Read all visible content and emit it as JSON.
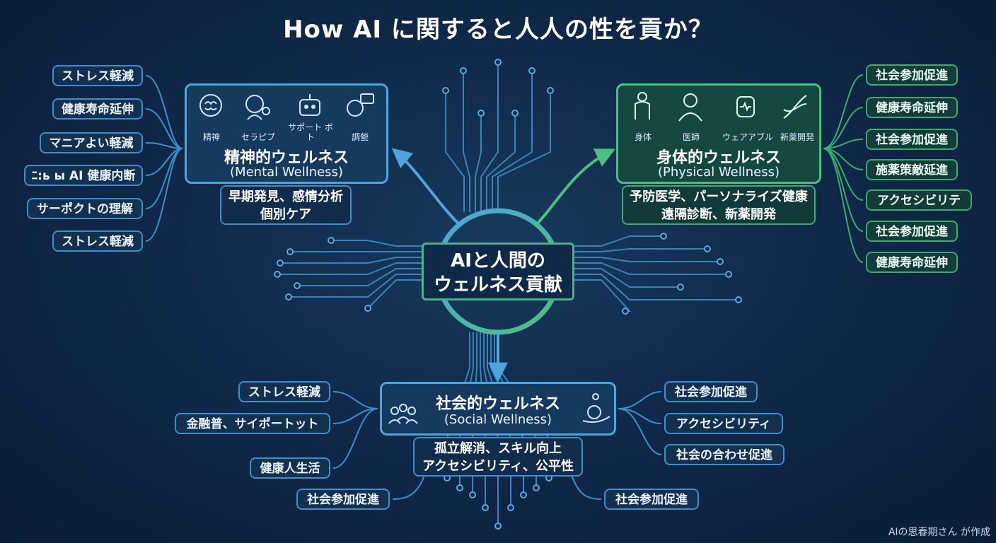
{
  "title": "How AI に関すると人人の性を貢か？",
  "center": {
    "line1": "AIと人間の",
    "line2": "ウェルネス貢献"
  },
  "mental": {
    "title": "精神的ウェルネス",
    "subtitle": "(Mental Wellness)",
    "icons": [
      {
        "label": "精神",
        "icon": "brain-head-icon"
      },
      {
        "label": "セラピブ",
        "icon": "therapy-head-icon"
      },
      {
        "label": "サポート ボト",
        "icon": "robot-icon"
      },
      {
        "label": "調甇",
        "icon": "chat-head-icon"
      }
    ],
    "features": [
      "早期発見、感情分析",
      "個別ケア"
    ],
    "items": [
      "ストレス軽減",
      "健康寿命延伸",
      "マニアよい軽減",
      "ﾆ:ь ы AI 健康内断",
      "サーポクトの理解",
      "ストレス軽減"
    ]
  },
  "physical": {
    "title": "身体的ウェルネス",
    "subtitle": "(Physical Wellness)",
    "icons": [
      {
        "label": "身体",
        "icon": "body-icon"
      },
      {
        "label": "医師",
        "icon": "doctor-icon"
      },
      {
        "label": "ウェアアブル",
        "icon": "smartwatch-icon"
      },
      {
        "label": "新薬開発",
        "icon": "dna-icon"
      }
    ],
    "features": [
      "予防医学、パーソナライズ健康",
      "遠隔診断、新薬開発"
    ],
    "items": [
      "社会参加促進",
      "健康寿命延伸",
      "社会参加促進",
      "施薬策敵延進",
      "アクセシビリテ",
      "社会参加促進",
      "健康寿命延伸"
    ]
  },
  "social": {
    "title": "社会的ウェルネス",
    "subtitle": "(Social Wellness)",
    "icons": [
      {
        "icon": "community-icon"
      },
      {
        "icon": "wheelchair-icon"
      }
    ],
    "features": [
      "孤立解消、スキル向上",
      "アクセシビリティ、公平性"
    ],
    "left_items": [
      "ストレス軽減",
      "金融普、サイポートット",
      "健康人生活"
    ],
    "right_items": [
      "社会参加促進",
      "アクセシビリティ",
      "社会の合わせ促進"
    ],
    "bottom_items": [
      "社会参加促進",
      "社会参加促進"
    ]
  },
  "footer": "AIの思春期さん が作成",
  "colors": {
    "blue": "#4fa4dc",
    "green": "#4cc07c",
    "background": "#10294a"
  }
}
